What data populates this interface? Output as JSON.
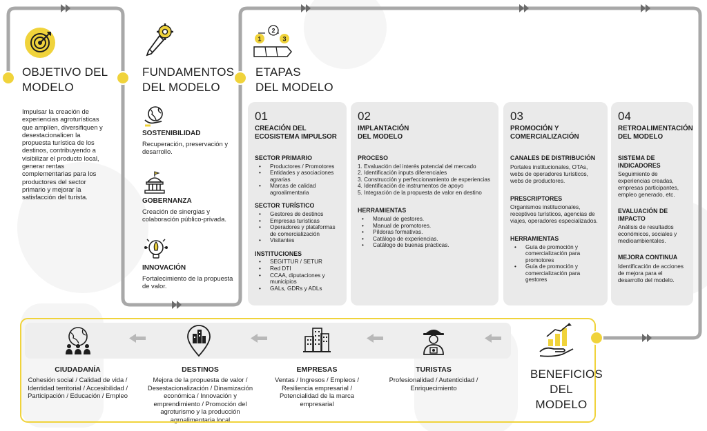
{
  "colors": {
    "accent_yellow": "#f0d33b",
    "connector_gray": "#a8a8a8",
    "panel_gray": "#eaeaea",
    "arrow_gray": "#b8b8b8",
    "text_dark": "#1e1e1e"
  },
  "objective": {
    "title": "OBJETIVO DEL\nMODELO",
    "icon": "target-icon",
    "text": "Impulsar la creación de experiencias agroturísticas que amplíen, diversifiquen y desestacionalicen la propuesta turística de los destinos, contribuyendo a visibilizar el producto local, generar rentas complementarias para los productores del sector primario y mejorar la satisfacción del turista."
  },
  "foundations": {
    "title": "FUNDAMENTOS\nDEL MODELO",
    "icon": "gear-pencil-icon",
    "items": [
      {
        "icon": "globe-hands-icon",
        "title": "SOSTENIBILIDAD",
        "text": "Recuperación, preservación y desarrollo."
      },
      {
        "icon": "government-building-icon",
        "title": "GOBERNANZA",
        "text": "Creación de sinergias y colaboración público-privada."
      },
      {
        "icon": "rocket-bulb-icon",
        "title": "INNOVACIÓN",
        "text": "Fortalecimiento de la propuesta de valor."
      }
    ]
  },
  "stages": {
    "title": "ETAPAS\nDEL MODELO",
    "icon": "steps-123-icon",
    "icon_digits": [
      "1",
      "2",
      "3"
    ],
    "items": [
      {
        "number": "01",
        "title": "CREACIÓN DEL\nECOSISTEMA IMPULSOR",
        "sections": [
          {
            "heading": "SECTOR PRIMARIO",
            "bullets": [
              "Productores / Promotores",
              "Entidades y asociaciones agrarias",
              "Marcas de calidad agroalimentaria"
            ]
          },
          {
            "heading": "SECTOR TURÍSTICO",
            "bullets": [
              "Gestores de destinos",
              "Empresas turísticas",
              "Operadores y plataformas de comercialización",
              "Visitantes"
            ]
          },
          {
            "heading": "INSTITUCIONES",
            "bullets": [
              "SEGITTUR / SETUR",
              "Red DTI",
              "CCAA, diputaciones y municipios",
              "GALs, GDRs y ADLs"
            ]
          }
        ]
      },
      {
        "number": "02",
        "title": "IMPLANTACIÓN\nDEL MODELO",
        "sections": [
          {
            "heading": "PROCESO",
            "numbered": [
              "1. Evaluación del interés potencial del mercado",
              "2. Identificación inputs diferenciales",
              "3. Construcción y perfeccionamiento de experiencias",
              "4. Identificación de instrumentos de apoyo",
              "5. Integración de la propuesta de valor en destino"
            ]
          },
          {
            "heading": "HERRAMIENTAS",
            "bullets": [
              "Manual de gestores.",
              "Manual de promotores.",
              "Píldoras formativas.",
              "Catálogo de experiencias.",
              "Catálogo de buenas prácticas."
            ]
          }
        ]
      },
      {
        "number": "03",
        "title": "PROMOCIÓN Y\nCOMERCIALIZACIÓN",
        "sections": [
          {
            "heading": "CANALES DE DISTRIBUCIÓN",
            "text": "Portales institucionales, OTAs, webs de operadores turísticos, webs de productores."
          },
          {
            "heading": "PRESCRIPTORES",
            "text": "Organismos institucionales, receptivos turísticos, agencias de viajes, operadores especializados."
          },
          {
            "heading": "HERRAMIENTAS",
            "bullets": [
              "Guía de promoción y comercialización para promotores",
              "Guía de promoción y comercialización para gestores"
            ]
          }
        ]
      },
      {
        "number": "04",
        "title": "RETROALIMENTACIÓN\nDEL MODELO",
        "sections": [
          {
            "heading": "SISTEMA DE INDICADORES",
            "text": "Seguimiento de experiencias creadas, empresas participantes, empleo generado, etc."
          },
          {
            "heading": "EVALUACIÓN DE IMPACTO",
            "text": "Análisis de resultados económicos, sociales y medioambientales."
          },
          {
            "heading": "MEJORA CONTINUA",
            "text": "Identificación de acciones de mejora para el desarrollo del modelo."
          }
        ]
      }
    ]
  },
  "benefits": {
    "title": "BENEFICIOS\nDEL MODELO",
    "icon": "hand-growth-chart-icon",
    "items": [
      {
        "icon": "citizens-globe-icon",
        "title": "CIUDADANÍA",
        "text": "Cohesión social / Calidad de vida / Identidad territorial / Accesibilidad / Participación / Educación / Empleo"
      },
      {
        "icon": "city-pin-icon",
        "title": "DESTINOS",
        "text": "Mejora de la propuesta de valor / Desestacionalización / Dinamización económica / Innovación y emprendimiento / Promoción del agroturismo y la producción agroalimentaria local"
      },
      {
        "icon": "buildings-icon",
        "title": "EMPRESAS",
        "text": "Ventas / Ingresos / Empleos / Resiliencia empresarial / Potencialidad de la marca empresarial"
      },
      {
        "icon": "tourist-icon",
        "title": "TURISTAS",
        "text": "Profesionalidad / Autenticidad / Enriquecimiento"
      }
    ]
  }
}
